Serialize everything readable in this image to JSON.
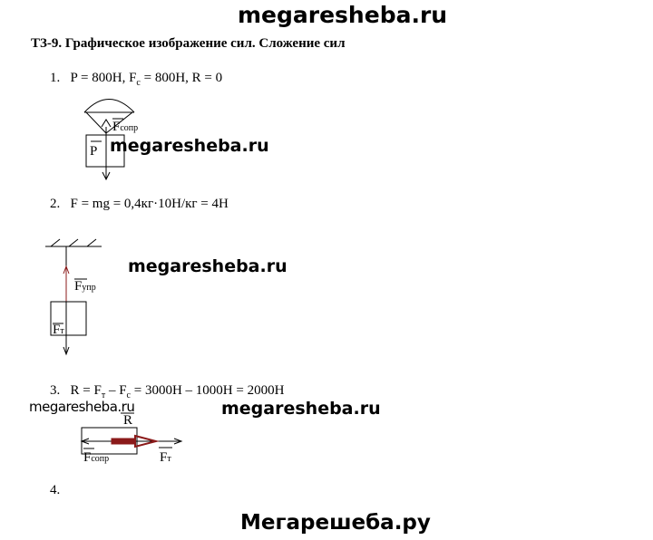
{
  "watermark_top": "megaresheba.ru",
  "heading": "ТЗ-9. Графическое изображение сил. Сложение сил",
  "items": [
    {
      "num": "1.",
      "text": "P = 800H, F",
      "sub": "c",
      "rest": " = 800H, R = 0"
    },
    {
      "num": "2.",
      "text": "F = mg = 0,4кг·10H/кг = 4H"
    },
    {
      "num": "3.",
      "text": "R = F",
      "sub": "т",
      "mid": " – F",
      "sub2": "c",
      "rest": " = 3000H – 1000H = 2000H"
    },
    {
      "num": "4."
    }
  ],
  "diagram1": {
    "p_label": "P",
    "f_label": "F",
    "f_sub": "сопр"
  },
  "diagram2": {
    "fupr": "F",
    "fupr_sub": "упр",
    "ft": "F",
    "ft_sub": "т"
  },
  "diagram3": {
    "r": "R",
    "fsopr": "F",
    "fsopr_sub": "сопр",
    "ft": "F",
    "ft_sub": "т"
  },
  "watermarks": [
    "megaresheba.ru",
    "megaresheba.ru",
    "megaresheba.ru",
    "megaresheba.ru"
  ],
  "watermark_bottom": "Мегарешеба.ру",
  "colors": {
    "arrow_red": "#8b1a1a"
  }
}
